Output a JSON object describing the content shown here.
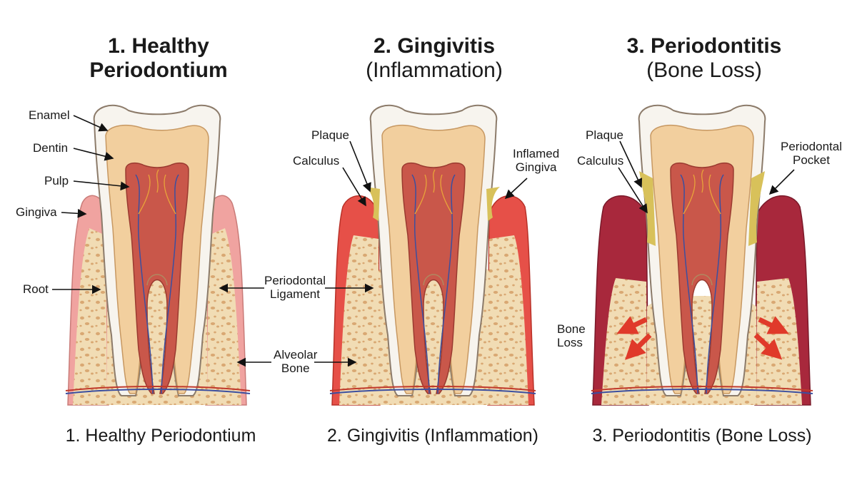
{
  "panels": [
    {
      "title_line1": "1. Healthy",
      "title_line2": "Periodontium",
      "caption": "1. Healthy Periodontium"
    },
    {
      "title_line1": "2. Gingivitis",
      "title_line2": "(Inflammation)",
      "caption": "2. Gingivitis (Inflammation)"
    },
    {
      "title_line1": "3. Periodontitis",
      "title_line2": "(Bone Loss)",
      "caption": "3. Periodontitis (Bone Loss)"
    }
  ],
  "labels": {
    "enamel": "Enamel",
    "dentin": "Dentin",
    "pulp": "Pulp",
    "gingiva": "Gingiva",
    "root": "Root",
    "periodontal_ligament_1": "Periodontal",
    "periodontal_ligament_2": "Ligament",
    "alveolar_bone_1": "Alveolar",
    "alveolar_bone_2": "Bone",
    "plaque_2": "Plaque",
    "calculus_2": "Calculus",
    "inflamed_gingiva_1": "Inflamed",
    "inflamed_gingiva_2": "Gingiva",
    "plaque_3": "Plaque",
    "calculus_3": "Calculus",
    "periodontal_pocket_1": "Periodontal",
    "periodontal_pocket_2": "Pocket",
    "bone_loss_1": "Bone",
    "bone_loss_2": "Loss"
  },
  "colors": {
    "enamel": "#f7f4ee",
    "dentin": "#f2cf9e",
    "pulp": "#c9574a",
    "bone": "#f1dcb4",
    "bone_pores": "#d9a873",
    "gingiva_healthy": "#f0a3a0",
    "gingiva_inflamed": "#e0443a",
    "gingiva_diseased": "#a8283c",
    "calculus": "#d8c15a",
    "arrow_red": "#e03a2a"
  }
}
